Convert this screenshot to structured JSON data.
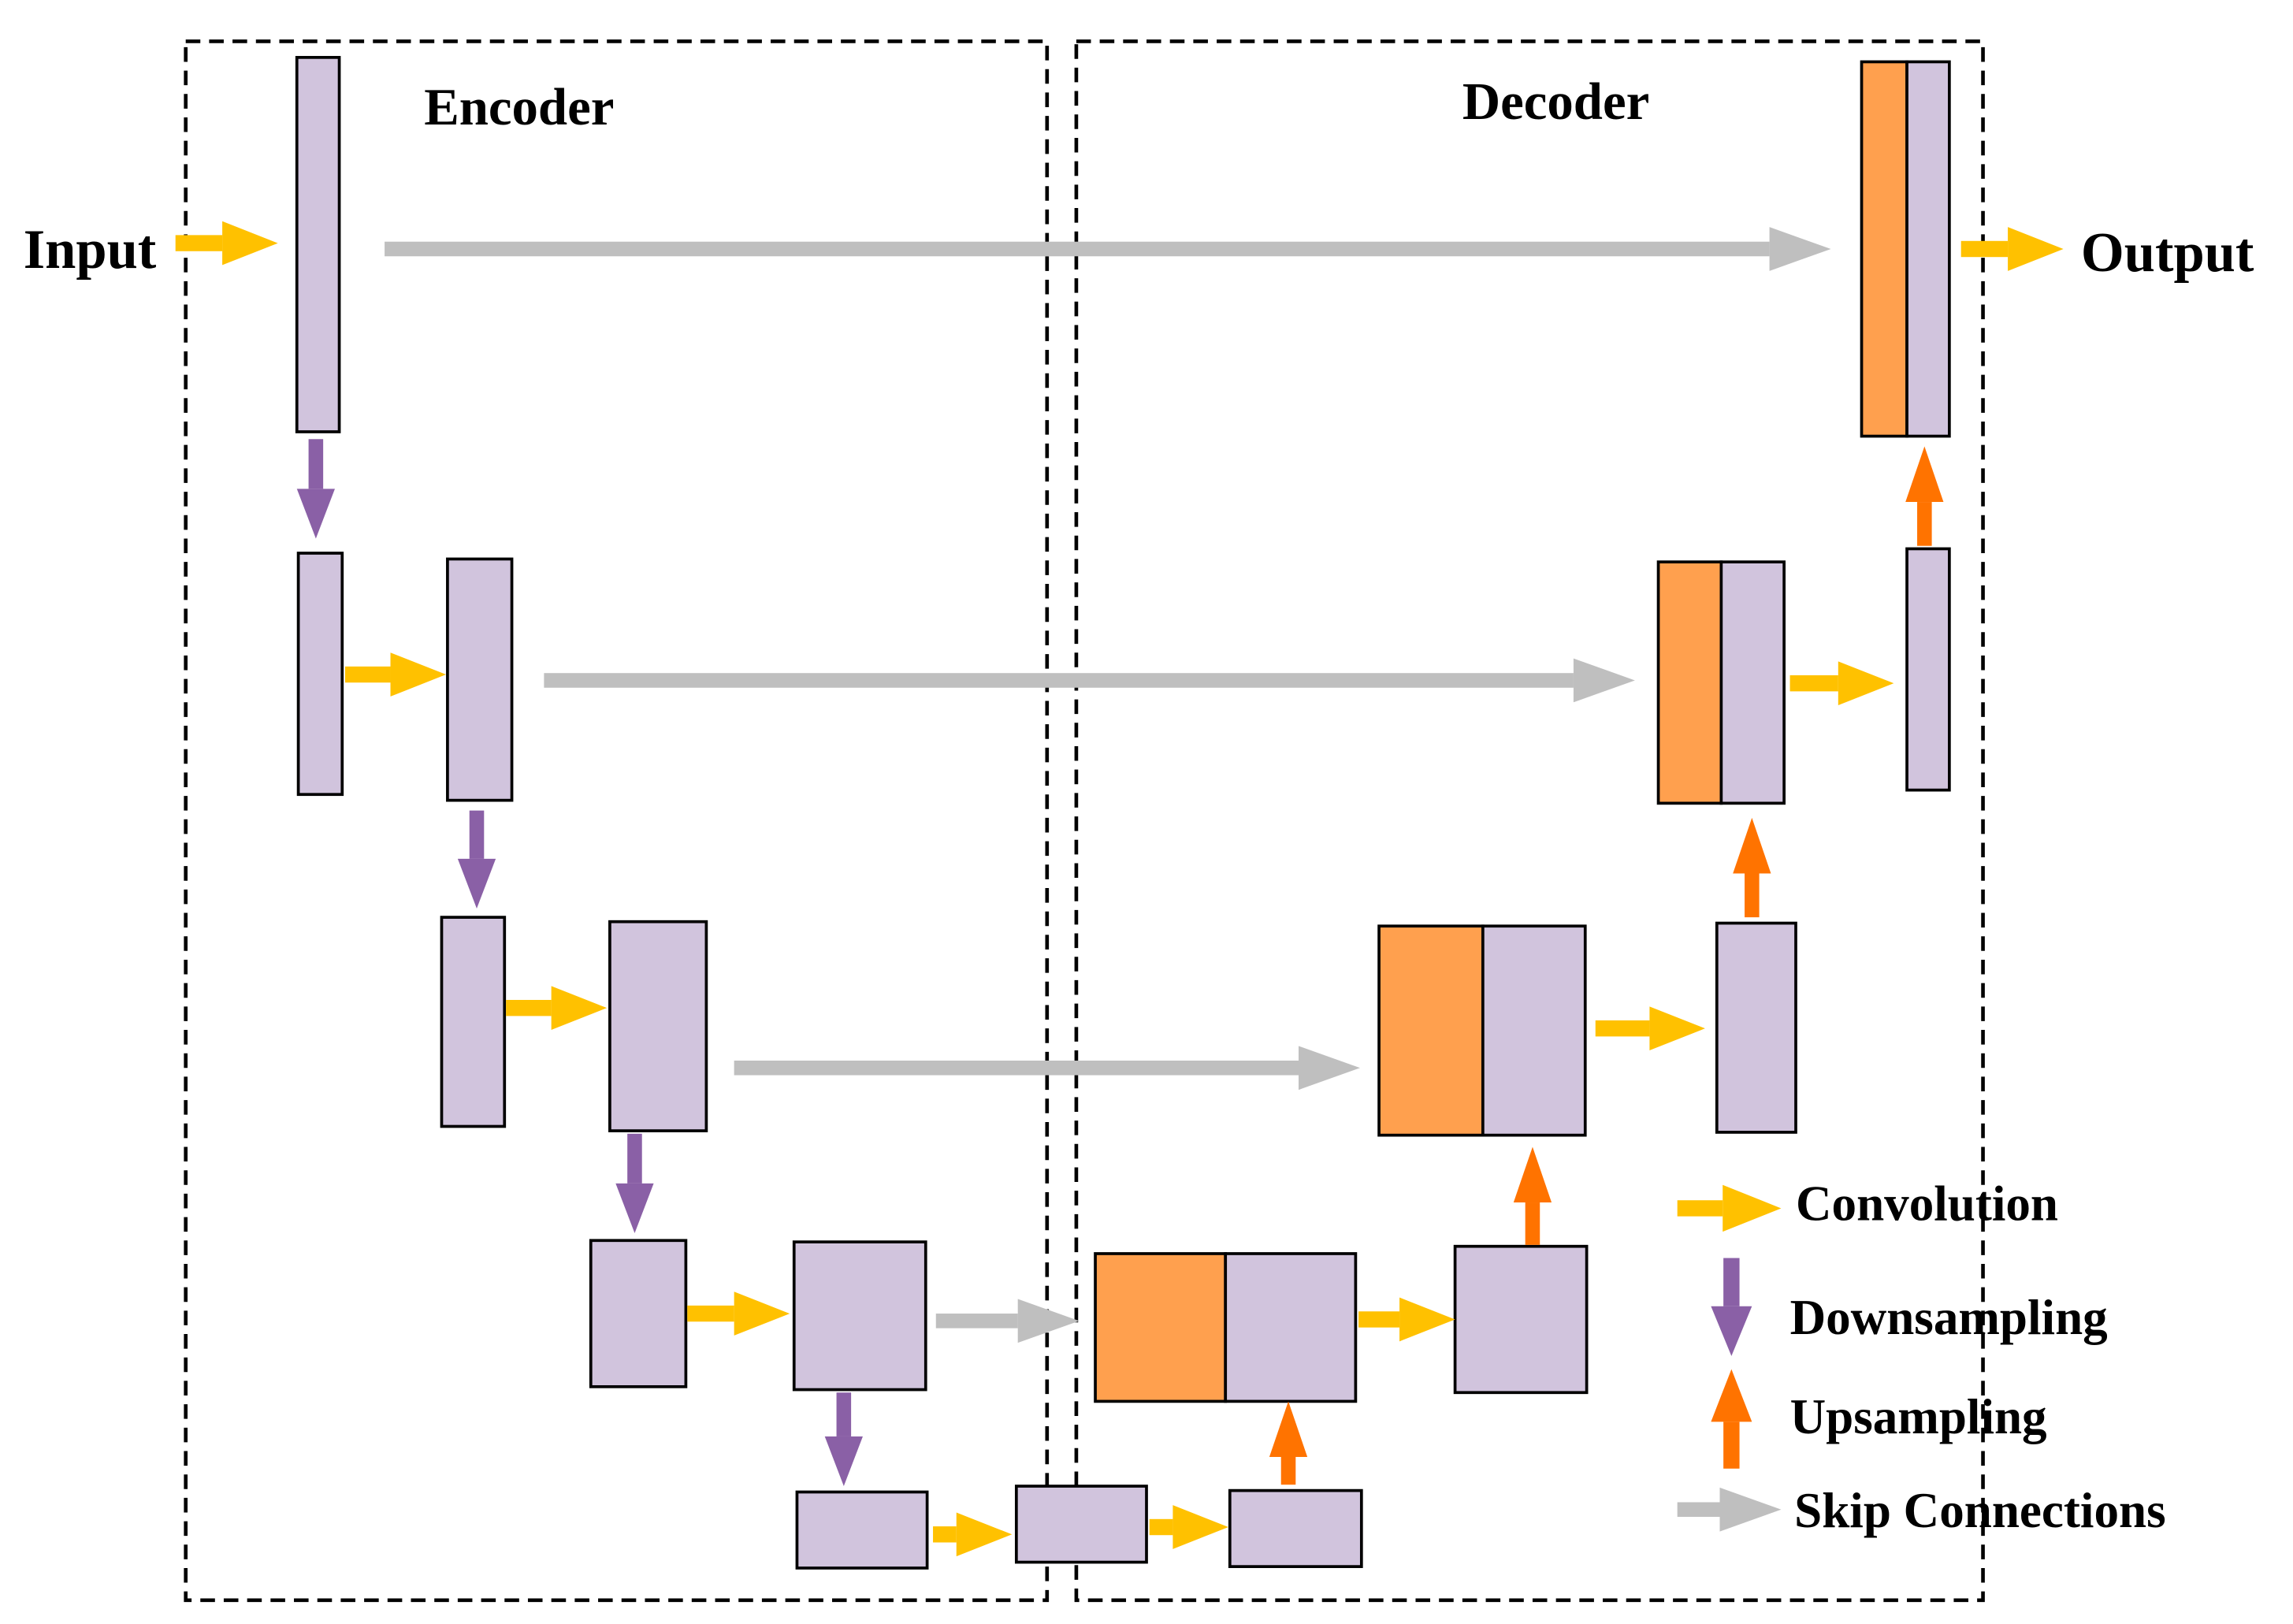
{
  "labels": {
    "encoder": "Encoder",
    "decoder": "Decoder",
    "input": "Input",
    "output": "Output"
  },
  "legend": [
    {
      "kind": "conv",
      "label": "Convolution"
    },
    {
      "kind": "down",
      "label": "Downsampling"
    },
    {
      "kind": "up",
      "label": "Upsampling"
    },
    {
      "kind": "skip",
      "label": "Skip Connections"
    }
  ],
  "colors": {
    "feature_map": "#d1c4dd",
    "upsampled": "#ffa04e",
    "convolution": "#ffc100",
    "downsampling": "#8a60a6",
    "upsampling": "#ff7300",
    "skip": "#bfbfbf",
    "outline": "#000000"
  }
}
